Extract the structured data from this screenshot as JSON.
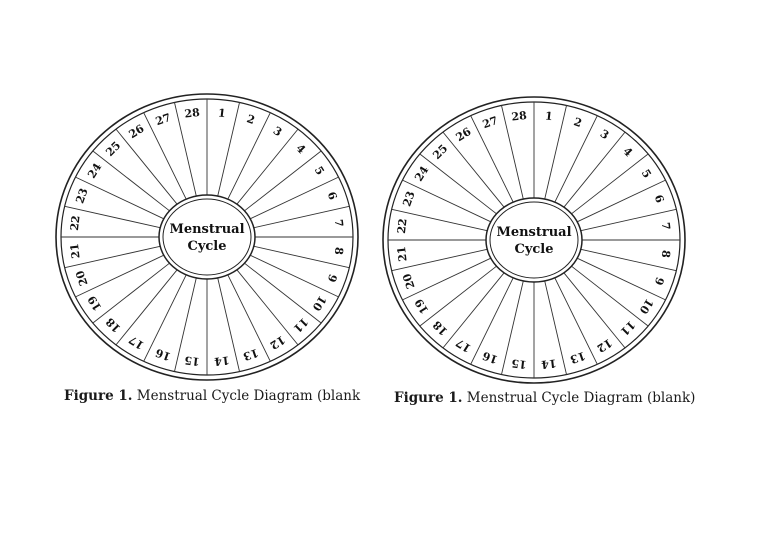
{
  "figures": [
    {
      "center_label_line1": "Menstrual",
      "center_label_line2": "Cycle",
      "days": [
        "1",
        "2",
        "3",
        "4",
        "5",
        "6",
        "7",
        "8",
        "9",
        "10",
        "11",
        "12",
        "13",
        "14",
        "15",
        "16",
        "17",
        "18",
        "19",
        "20",
        "21",
        "22",
        "23",
        "24",
        "25",
        "26",
        "27",
        "28"
      ],
      "caption_label": "Figure 1.",
      "caption_text": "Menstrual Cycle Diagram (blank"
    },
    {
      "center_label_line1": "Menstrual",
      "center_label_line2": "Cycle",
      "days": [
        "1",
        "2",
        "3",
        "4",
        "5",
        "6",
        "7",
        "8",
        "9",
        "10",
        "11",
        "12",
        "13",
        "14",
        "15",
        "16",
        "17",
        "18",
        "19",
        "20",
        "21",
        "22",
        "23",
        "24",
        "25",
        "26",
        "27",
        "28"
      ],
      "caption_label": "Figure 1.",
      "caption_text": "Menstrual Cycle Diagram (blank)"
    }
  ]
}
